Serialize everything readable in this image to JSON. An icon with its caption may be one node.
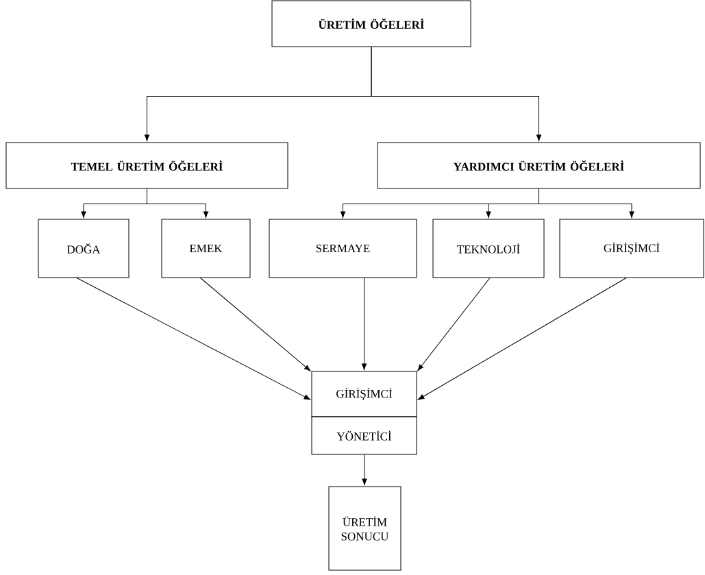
{
  "diagram": {
    "nodes": [
      {
        "text": [
          "ÜRETİM ÖĞELERİ"
        ]
      },
      {
        "text": [
          "TEMEL ÜRETİM ÖĞELERİ"
        ]
      },
      {
        "text": [
          "YARDIMCI ÜRETİM ÖĞELERİ"
        ]
      },
      {
        "text": [
          "DOĞA"
        ]
      },
      {
        "text": [
          "EMEK"
        ]
      },
      {
        "text": [
          "SERMAYE"
        ]
      },
      {
        "text": [
          "TEKNOLOJİ"
        ]
      },
      {
        "text": [
          "GİRİŞİMCİ"
        ]
      },
      {
        "text": [
          "GİRİŞİMCİ"
        ]
      },
      {
        "text": [
          "YÖNETİCİ"
        ]
      },
      {
        "text": [
          "ÜRETİM SONUCU"
        ]
      }
    ],
    "edges": [
      {
        "from": 0,
        "to": 1,
        "arrow": "to"
      },
      {
        "from": 0,
        "to": 2,
        "arrow": "to"
      },
      {
        "from": 1,
        "to": 3,
        "arrow": "to"
      },
      {
        "from": 1,
        "to": 4,
        "arrow": "to"
      },
      {
        "from": 2,
        "to": 5,
        "arrow": "to"
      },
      {
        "from": 2,
        "to": 6,
        "arrow": "to"
      },
      {
        "from": 2,
        "to": 7,
        "arrow": "to"
      },
      {
        "from": 3,
        "to": 8,
        "arrow": "to"
      },
      {
        "from": 4,
        "to": 8,
        "arrow": "to"
      },
      {
        "from": 5,
        "to": 8,
        "arrow": "to"
      },
      {
        "from": 6,
        "to": 8,
        "arrow": "to"
      },
      {
        "from": 7,
        "to": 8,
        "arrow": "to"
      },
      {
        "from": 9,
        "to": 10,
        "arrow": "to"
      }
    ]
  }
}
